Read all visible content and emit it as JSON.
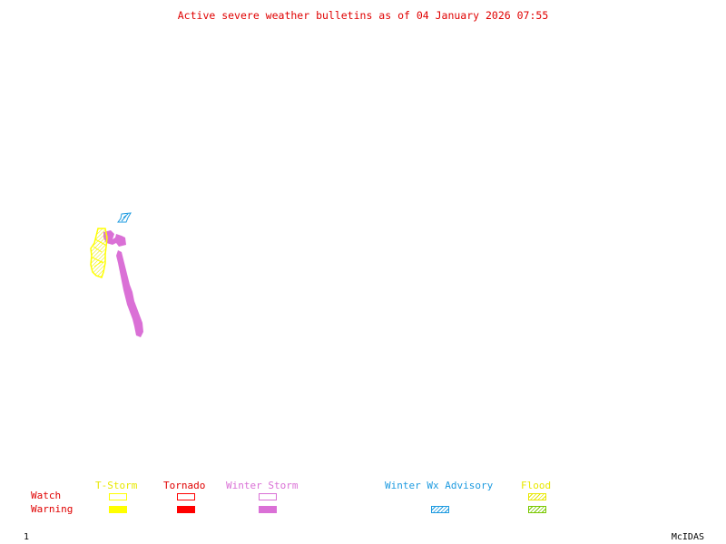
{
  "title": "Active severe weather bulletins as of 04 January 2026 07:55",
  "colors": {
    "title": "#e00000",
    "tstorm": "#ffff00",
    "tornado": "#ff0000",
    "winter_storm": "#da70d6",
    "winter_wx_advisory": "#1e9be0",
    "flood_watch": "#e8e800",
    "flood_warning": "#7ac800"
  },
  "legend": {
    "row_labels": {
      "watch": "Watch",
      "warning": "Warning"
    },
    "categories": [
      {
        "key": "tstorm",
        "label": "T-Storm",
        "watch": "outline",
        "warning": "solid"
      },
      {
        "key": "tornado",
        "label": "Tornado",
        "watch": "outline",
        "warning": "solid"
      },
      {
        "key": "winter_storm",
        "label": "Winter Storm",
        "watch": "outline",
        "warning": "solid"
      },
      {
        "key": "winter_wx_advisory",
        "label": "Winter Wx Advisory",
        "watch": null,
        "warning": "hatched"
      },
      {
        "key": "flood",
        "label": "Flood",
        "watch": "hatched",
        "warning": "hatched"
      }
    ]
  },
  "map_areas": [
    {
      "type": "Winter Storm Warning",
      "color": "#da70d6",
      "region": "elongated north-south band"
    },
    {
      "type": "T-Storm Watch / Flood Watch",
      "color": "#ffff00",
      "region": "western cluster"
    },
    {
      "type": "Winter Wx Advisory",
      "color": "#1e9be0",
      "region": "small area to the north"
    }
  ],
  "footer": {
    "frame_number": "1",
    "software": "McIDAS"
  }
}
